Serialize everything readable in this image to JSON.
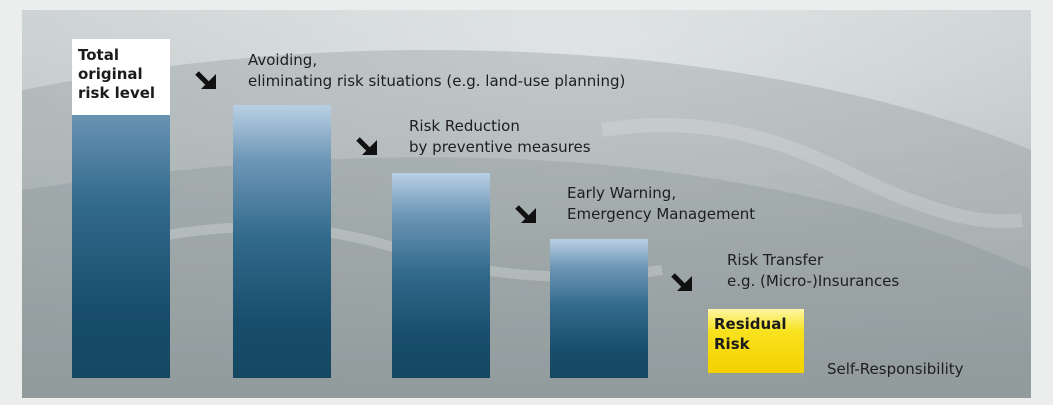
{
  "total_box": {
    "line1": "Total",
    "line2": "original",
    "line3": "risk level"
  },
  "steps": [
    {
      "line1": "Avoiding,",
      "line2": "eliminating risk situations (e.g. land-use planning)"
    },
    {
      "line1": "Risk Reduction",
      "line2": "by preventive measures"
    },
    {
      "line1": "Early Warning,",
      "line2": "Emergency Management"
    },
    {
      "line1": "Risk Transfer",
      "line2": "e.g. (Micro-)Insurances"
    }
  ],
  "residual_box": {
    "line1": "Residual",
    "line2": "Risk"
  },
  "self_responsibility": "Self-Responsibility",
  "colors": {
    "bar_dark": "#184d6b",
    "bar_light": "#b9d0e4",
    "residual_yellow": "#f8e21e",
    "total_box": "#ffffff",
    "arrow": "#111111"
  },
  "icons": {
    "step_arrow": "arrow-down-right-icon"
  }
}
